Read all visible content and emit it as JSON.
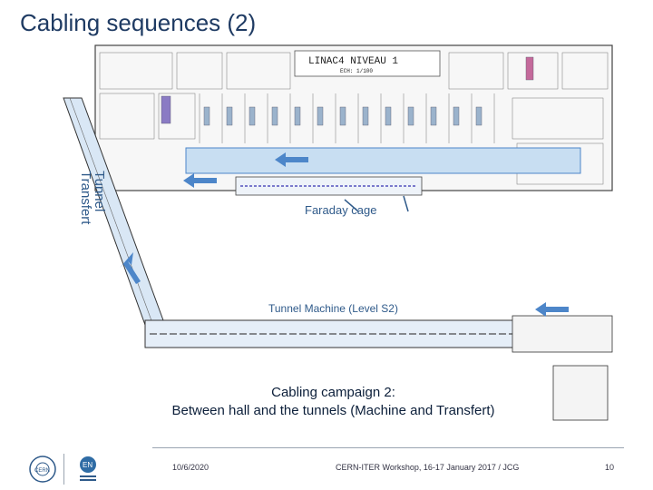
{
  "slide": {
    "title": "Cabling sequences (2)"
  },
  "plan": {
    "header": "LINAC4 NIVEAU 1",
    "scale": "ECH: 1/100"
  },
  "labels": {
    "tunnel_transfert_line1": "Tunnel",
    "tunnel_transfert_line2": "Transfert",
    "faraday_cage": "Faraday cage",
    "tunnel_machine": "Tunnel Machine (Level S2)"
  },
  "campaign": {
    "line1": "Cabling campaign 2:",
    "line2": "Between hall and the tunnels (Machine and Transfert)"
  },
  "footer": {
    "date": "10/6/2020",
    "event": "CERN-ITER Workshop, 16-17 January 2017 / JCG",
    "page": "10",
    "logo_cern": "CERN",
    "logo_en": "EN"
  },
  "colors": {
    "title": "#1f3b63",
    "arrow": "#4d86c9",
    "tunnel_fill": "#c8def2",
    "label": "#2f5a8a"
  }
}
